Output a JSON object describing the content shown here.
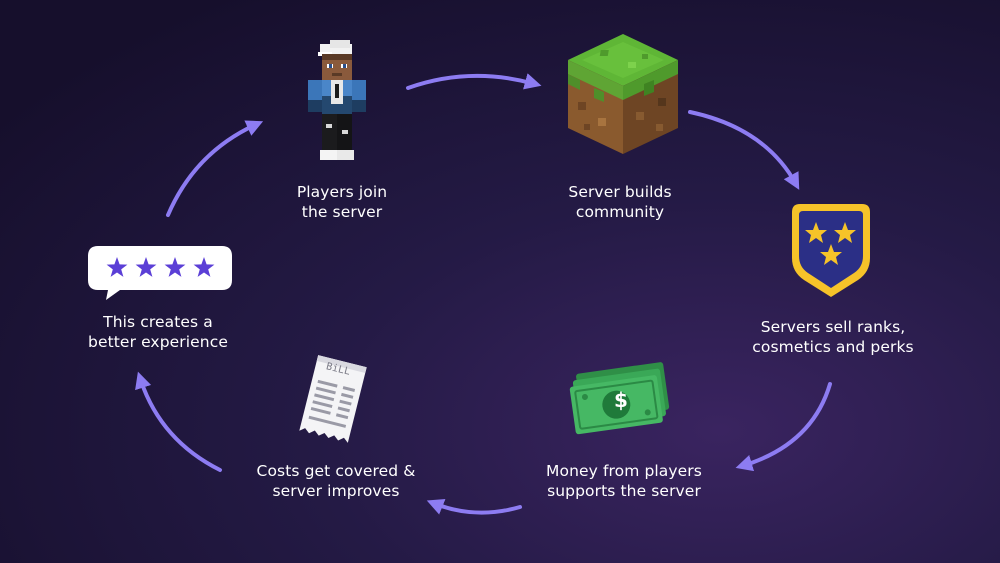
{
  "steps": {
    "players_join": {
      "line1": "Players join",
      "line2": "the server"
    },
    "server_builds": {
      "line1": "Server builds",
      "line2": "community"
    },
    "servers_sell": {
      "line1": "Servers sell ranks,",
      "line2": "cosmetics and perks"
    },
    "money": {
      "line1": "Money from players",
      "line2": "supports the server"
    },
    "costs": {
      "line1": "Costs get covered &",
      "line2": "server improves"
    },
    "experience": {
      "line1": "This creates a",
      "line2": "better experience"
    }
  },
  "bill_text": "BiLL",
  "currency_symbol": "$",
  "colors": {
    "arrow": "#8d7cf2",
    "star_rating": "#5b3fd6",
    "badge_gold": "#f6c329",
    "badge_navy": "#2b2f86",
    "money_green": "#3aa857"
  },
  "icons": [
    "player-avatar-icon",
    "grass-block-icon",
    "rank-badge-icon",
    "money-stack-icon",
    "bill-receipt-icon",
    "star-rating-icon"
  ]
}
